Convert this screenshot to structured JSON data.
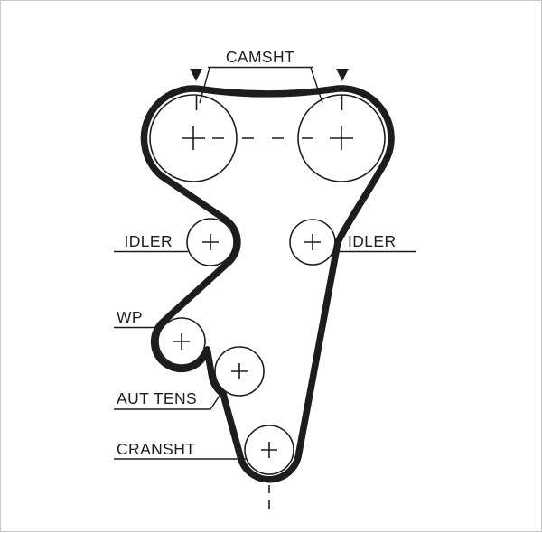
{
  "diagram": {
    "type": "timing-belt-routing",
    "labels": {
      "camshaft": "CAMSHT",
      "idler_left": "IDLER",
      "idler_right": "IDLER",
      "water_pump": "WP",
      "tensioner": "AUT TENS",
      "crankshaft": "CRANSHT"
    },
    "colors": {
      "ink": "#1d1d1d",
      "background": "#ffffff"
    },
    "components": [
      {
        "name": "camshaft-pulley-left",
        "label": "CAMSHT"
      },
      {
        "name": "camshaft-pulley-right",
        "label": "CAMSHT"
      },
      {
        "name": "idler-pulley-left",
        "label": "IDLER"
      },
      {
        "name": "idler-pulley-right",
        "label": "IDLER"
      },
      {
        "name": "water-pump-pulley",
        "label": "WP"
      },
      {
        "name": "automatic-tensioner",
        "label": "AUT TENS"
      },
      {
        "name": "crankshaft-pulley",
        "label": "CRANSHT"
      }
    ]
  }
}
